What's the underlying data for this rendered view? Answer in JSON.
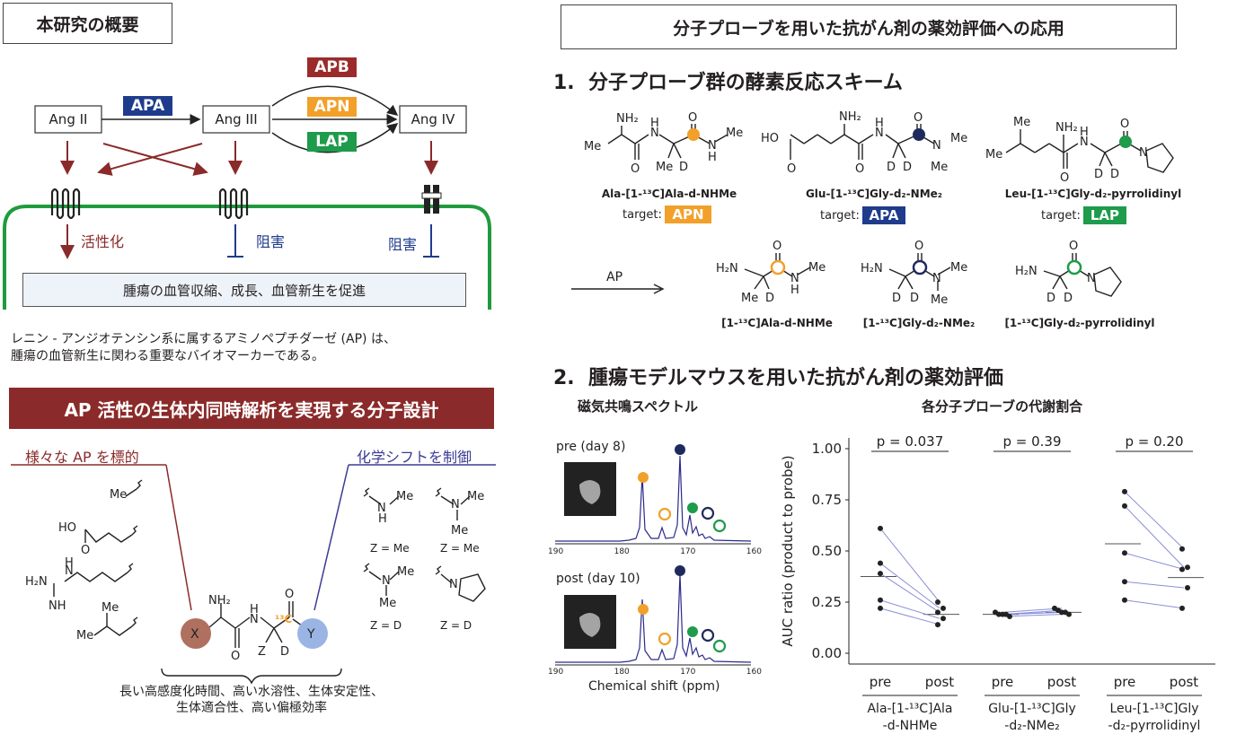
{
  "left": {
    "overview_title": "本研究の概要",
    "pathway": {
      "ang2": "Ang II",
      "ang3": "Ang III",
      "ang4": "Ang IV",
      "enzymes": [
        {
          "label": "APA",
          "color": "#1f3c8c"
        },
        {
          "label": "APB",
          "color": "#9b2b2b"
        },
        {
          "label": "APN",
          "color": "#f2a02a"
        },
        {
          "label": "LAP",
          "color": "#1e9b4b"
        }
      ],
      "activation": "活性化",
      "inhibition1": "阻害",
      "inhibition2": "阻害",
      "effect": "腫瘍の血管収縮、成長、血管新生を促進"
    },
    "description_line1": "レニン - アンジオテンシン系に属するアミノペプチダーゼ (AP) は、",
    "description_line2": "腫瘍の血管新生に関わる重要なバイオマーカーである。",
    "design_title": "AP 活性の生体内同時解析を実現する分子設計",
    "target_label": "様々な AP を標的",
    "shift_label": "化学シフトを制御",
    "z_labels": [
      "Z = Me",
      "Z = Me",
      "Z = D",
      "Z = D"
    ],
    "features_line1": "長い高感度化時間、高い水溶性、生体安定性、",
    "features_line2": "生体適合性、高い偏極効率"
  },
  "right": {
    "header": "分子プローブを用いた抗がん剤の薬効評価への応用",
    "section1": "1.  分子プローブ群の酵素反応スキーム",
    "probes": [
      {
        "name": "Ala-[1-¹³C]Ala-d-NHMe",
        "target_prefix": "target:",
        "target": "APN",
        "color": "#f2a02a"
      },
      {
        "name": "Glu-[1-¹³C]Gly-d₂-NMe₂",
        "target_prefix": "target:",
        "target": "APA",
        "color": "#1f3c8c"
      },
      {
        "name": "Leu-[1-¹³C]Gly-d₂-pyrrolidinyl",
        "target_prefix": "target:",
        "target": "LAP",
        "color": "#1e9b4b"
      }
    ],
    "ap_arrow_label": "AP",
    "products": [
      "[1-¹³C]Ala-d-NHMe",
      "[1-¹³C]Gly-d₂-NMe₂",
      "[1-¹³C]Gly-d₂-pyrrolidinyl"
    ],
    "section2": "2.  腫瘍モデルマウスを用いた抗がん剤の薬効評価",
    "nmr_title": "磁気共鳴スペクトル",
    "nmr_pre": "pre (day 8)",
    "nmr_post": "post (day 10)",
    "nmr_xlabel": "Chemical shift (ppm)",
    "nmr_ticks": [
      "190",
      "180",
      "170",
      "160"
    ],
    "plot_title": "各分子プローブの代謝割合"
  },
  "chart_data": {
    "type": "scatter",
    "title": "各分子プローブの代謝割合",
    "ylabel": "AUC ratio (product to probe)",
    "ylim": [
      0,
      1.0
    ],
    "yticks": [
      "0.00",
      "0.25",
      "0.50",
      "0.75",
      "1.00"
    ],
    "xtick_labels": [
      "pre",
      "post",
      "pre",
      "post",
      "pre",
      "post"
    ],
    "groups": [
      {
        "name_line1": "Ala-[1-¹³C]Ala",
        "name_line2": "-d-NHMe",
        "p_label": "p = 0.037",
        "pre": [
          0.61,
          0.44,
          0.39,
          0.26,
          0.22
        ],
        "post": [
          0.25,
          0.22,
          0.2,
          0.17,
          0.14
        ],
        "pre_mean": 0.375,
        "post_mean": 0.19
      },
      {
        "name_line1": "Glu-[1-¹³C]Gly",
        "name_line2": "-d₂-NMe₂",
        "p_label": "p = 0.39",
        "pre": [
          0.2,
          0.19,
          0.19,
          0.19,
          0.18
        ],
        "post": [
          0.22,
          0.21,
          0.2,
          0.2,
          0.19
        ],
        "pre_mean": 0.19,
        "post_mean": 0.2
      },
      {
        "name_line1": "Leu-[1-¹³C]Gly",
        "name_line2": "-d₂-pyrrolidinyl",
        "p_label": "p = 0.20",
        "pre": [
          0.79,
          0.72,
          0.49,
          0.35,
          0.26
        ],
        "post": [
          0.51,
          0.42,
          0.41,
          0.32,
          0.22
        ],
        "pre_mean": 0.535,
        "post_mean": 0.37
      }
    ]
  }
}
